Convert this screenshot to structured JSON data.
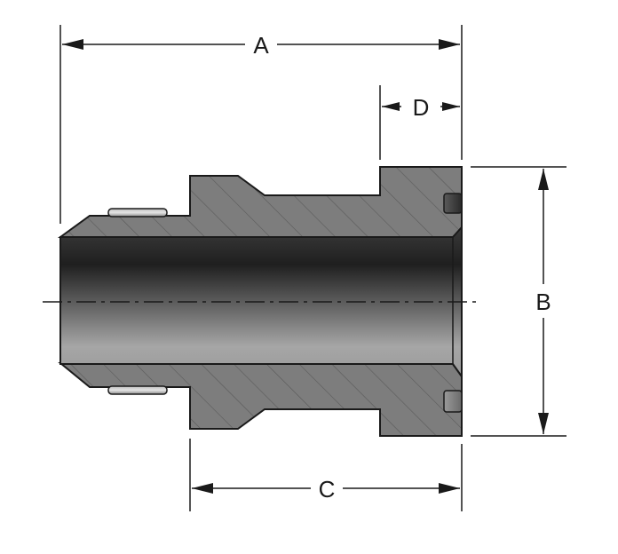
{
  "dimensions": {
    "a": "A",
    "b": "B",
    "c": "C",
    "d": "D"
  },
  "colors": {
    "line": "#1a1a1a",
    "section_fill": "#7b7b7b",
    "bore_dark": "#2a2a2a",
    "bore_light": "#b8b8b8",
    "background": "#ffffff"
  }
}
